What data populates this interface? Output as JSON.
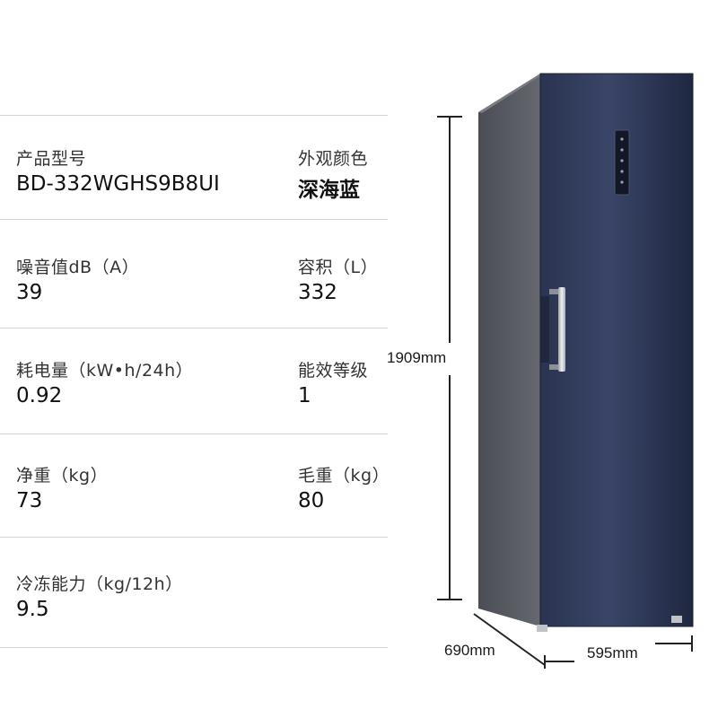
{
  "specs": [
    {
      "label": "产品型号",
      "value": "BD-332WGHS9B8UI"
    },
    {
      "label": "外观颜色",
      "value": "深海蓝"
    },
    {
      "label": "噪音值dB（A）",
      "value": "39"
    },
    {
      "label": "容积（L）",
      "value": "332"
    },
    {
      "label": "耗电量（kW•h/24h）",
      "value": "0.92"
    },
    {
      "label": "能效等级",
      "value": "1"
    },
    {
      "label": "净重（kg）",
      "value": "73"
    },
    {
      "label": "毛重（kg）",
      "value": "80"
    },
    {
      "label": "冷冻能力（kg/12h）",
      "value": "9.5"
    }
  ],
  "dimensions": {
    "height": "1909mm",
    "depth": "690mm",
    "width": "595mm"
  },
  "colors": {
    "door": "#2b3554",
    "body": "#55585f",
    "handle": "#d9dce0"
  }
}
